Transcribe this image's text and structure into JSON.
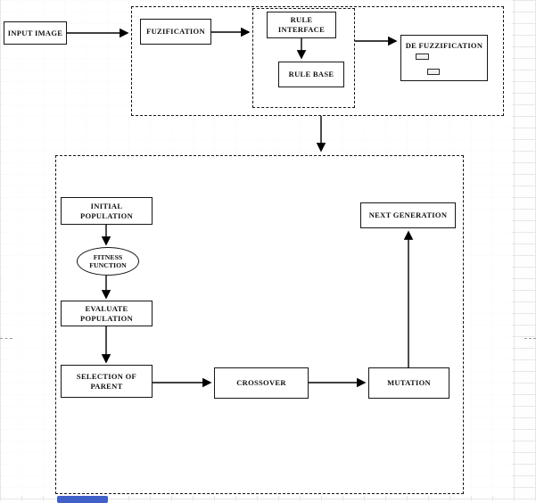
{
  "diagram": {
    "nodes": {
      "input_image": "INPUT IMAGE",
      "fuzification": "FUZIFICATION",
      "rule_interface": "RULE INTERFACE",
      "rule_base": "RULE BASE",
      "defuzzification": "DE FUZZIFICATION",
      "initial_population": "INITIAL POPULATION",
      "fitness_function": "FITNESS FUNCTION",
      "evaluate_population": "EVALUATE POPULATION",
      "selection_of_parent": "SELECTION OF PARENT",
      "crossover": "CROSSOVER",
      "mutation": "MUTATION",
      "next_generation": "NEXT GENERATION"
    },
    "colors": {
      "line": "#000000",
      "grid": "#e7e7e7",
      "highlight": "#3f5fc9"
    }
  }
}
